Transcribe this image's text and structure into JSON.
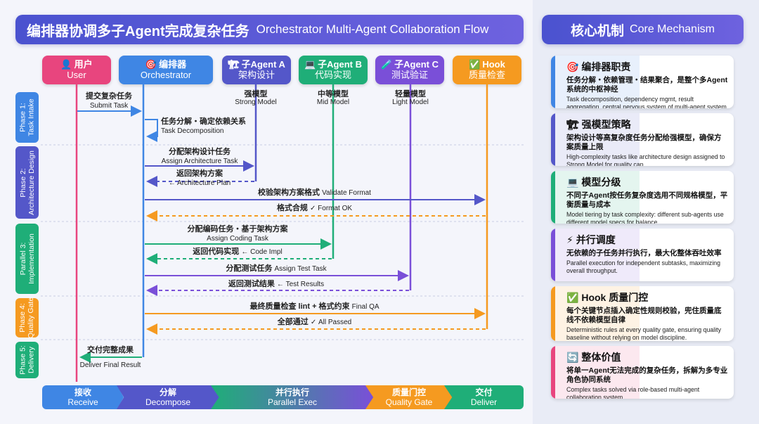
{
  "title": {
    "cn": "编排器协调多子Agent完成复杂任务",
    "en": "Orchestrator Multi-Agent Collaboration Flow"
  },
  "lanes": [
    {
      "icon": "👤",
      "cn": "用户",
      "en": "User",
      "color": "#e8457e"
    },
    {
      "icon": "🎯",
      "cn": "编排器",
      "en": "Orchestrator",
      "color": "#3f86e4"
    },
    {
      "icon": "🏗",
      "cn": "子Agent A",
      "en": "架构设计",
      "color": "#5457c9"
    },
    {
      "icon": "💻",
      "cn": "子Agent B",
      "en": "代码实现",
      "color": "#1fae78"
    },
    {
      "icon": "🧪",
      "cn": "子Agent C",
      "en": "测试验证",
      "color": "#7a4fd8"
    },
    {
      "icon": "✅",
      "cn": "Hook",
      "en": "质量检查",
      "color": "#f59a20"
    }
  ],
  "models": [
    {
      "cn": "强模型",
      "en": "Strong Model"
    },
    {
      "cn": "中等模型",
      "en": "Mid Model"
    },
    {
      "cn": "轻量模型",
      "en": "Light Model"
    }
  ],
  "phases": [
    {
      "label": "Phase 1:\nTask Intake",
      "color": "#3f86e4"
    },
    {
      "label": "Phase 2:\nArchitecture Design",
      "color": "#5457c9"
    },
    {
      "label": "Parallel 3:\nImplementation",
      "color": "#1fae78"
    },
    {
      "label": "Phase 4:\nQuality Gate",
      "color": "#f59a20"
    },
    {
      "label": "Phase 5:\nDelivery",
      "color": "#1fae78"
    }
  ],
  "messages": [
    {
      "cn": "提交复杂任务",
      "en": "Submit Task"
    },
    {
      "cn": "任务分解・确定依赖关系",
      "en": "Task Decomposition"
    },
    {
      "cn": "分配架构设计任务",
      "en": "Assign Architecture Task"
    },
    {
      "cn": "返回架构方案",
      "en": "← Architecture Plan"
    },
    {
      "cn": "校验架构方案格式",
      "en": "Validate Format"
    },
    {
      "cn": "格式合规",
      "en": "✓ Format OK"
    },
    {
      "cn": "分配编码任务・基于架构方案",
      "en": "Assign Coding Task"
    },
    {
      "cn": "返回代码实现",
      "en": "← Code Impl"
    },
    {
      "cn": "分配测试任务",
      "en": "Assign Test Task"
    },
    {
      "cn": "返回测试结果",
      "en": "← Test Results"
    },
    {
      "cn": "最终质量检查 lint + 格式约束",
      "en": "Final QA"
    },
    {
      "cn": "全部通过",
      "en": "✓ All Passed"
    },
    {
      "cn": "交付完整成果",
      "en": "Deliver Final Result"
    }
  ],
  "bottom_steps": [
    {
      "cn": "接收",
      "en": "Receive",
      "color": "#3f86e4"
    },
    {
      "cn": "分解",
      "en": "Decompose",
      "color": "#5457c9"
    },
    {
      "cn": "并行执行",
      "en": "Parallel Exec",
      "color": "#1fae78"
    },
    {
      "cn": "质量门控",
      "en": "Quality Gate",
      "color": "#f59a20"
    },
    {
      "cn": "交付",
      "en": "Deliver",
      "color": "#1fae78"
    }
  ],
  "core": {
    "title_cn": "核心机制",
    "title_en": "Core Mechanism",
    "cards": [
      {
        "icon": "🎯",
        "title": "编排器职责",
        "desc": "任务分解・依赖管理・结果聚合，是整个多Agent系统的中枢神经",
        "en": "Task decomposition, dependency mgmt, result aggregation, central nervous system of multi-agent system",
        "color": "#3f86e4"
      },
      {
        "icon": "🏗",
        "title": "强模型策略",
        "desc": "架构设计等高复杂度任务分配给强模型，确保方案质量上限",
        "en": "High-complexity tasks like architecture design assigned to Strong Model for quality cap.",
        "color": "#5457c9"
      },
      {
        "icon": "💻",
        "title": "模型分级",
        "desc": "不同子Agent按任务复杂度选用不同规格模型，平衡质量与成本",
        "en": "Model tiering by task complexity: different sub-agents use different model specs for balance.",
        "color": "#1fae78"
      },
      {
        "icon": "⚡",
        "title": "并行调度",
        "desc": "无依赖的子任务并行执行，最大化整体吞吐效率",
        "en": "Parallel execution for independent subtasks, maximizing overall throughput.",
        "color": "#7a4fd8"
      },
      {
        "icon": "✅",
        "title": "Hook 质量门控",
        "desc": "每个关键节点插入确定性规则校验，兜住质量底线不依赖模型自律",
        "en": "Deterministic rules at every quality gate, ensuring quality baseline without relying on model discipline.",
        "color": "#f59a20"
      },
      {
        "icon": "🔄",
        "title": "整体价值",
        "desc": "将单一Agent无法完成的复杂任务，拆解为多专业角色协同系统",
        "en": "Complex tasks solved via role-based multi-agent collaboration system.",
        "color": "#e8457e"
      }
    ]
  }
}
